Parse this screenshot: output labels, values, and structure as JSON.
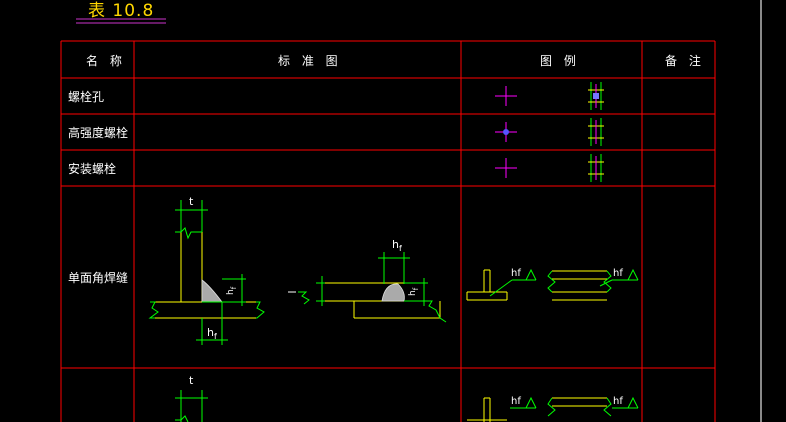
{
  "drawing": {
    "title": "表 10.8"
  },
  "table": {
    "headers": {
      "name": "名 称",
      "standard": "标 准 图",
      "legend": "图 例",
      "remark": "备 注"
    },
    "rows": [
      {
        "name": "螺栓孔"
      },
      {
        "name": "高强度螺栓"
      },
      {
        "name": "安装螺栓"
      },
      {
        "name": "单面角焊缝"
      }
    ]
  },
  "symbols": {
    "thickness": "t",
    "leg": "h",
    "leg_sub": "f",
    "weld_tag": "hf"
  },
  "colors": {
    "background": "#000000",
    "table_lines": "#ff0000",
    "dimension": "#00ff00",
    "outline": "#ffff00",
    "text": "#ffffff",
    "title": "#ffd700",
    "title_underline": "#cc33cc",
    "marker_cross": "#ff00ff",
    "hatch": "#aaaaaa"
  }
}
